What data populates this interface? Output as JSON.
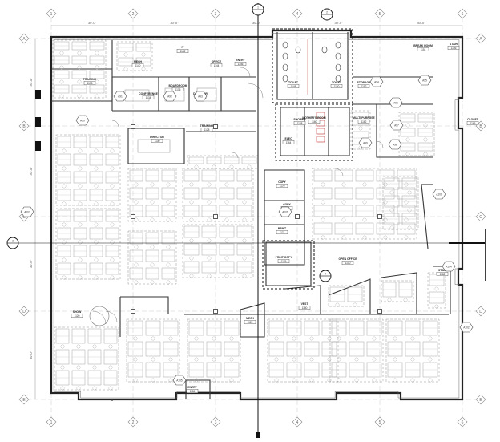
{
  "plan": {
    "grid_columns": [
      "1",
      "2",
      "3",
      "4",
      "5",
      "6"
    ],
    "grid_rows": [
      "A",
      "B",
      "C",
      "D",
      "E"
    ],
    "dimensions_top": [
      "30'-0\"",
      "30'-0\"",
      "30'-0\"",
      "30'-0\"",
      "30'-0\""
    ],
    "dimensions_left": [
      "30'-0\"",
      "30'-0\"",
      "30'-0\"",
      "30'-0\""
    ],
    "rooms": [
      {
        "key": "mech",
        "name": "MECH",
        "number": "1140"
      },
      {
        "key": "it",
        "name": "IT",
        "number": "1142"
      },
      {
        "key": "office_top",
        "name": "OFFICE",
        "number": "1144"
      },
      {
        "key": "entry",
        "name": "ENTRY",
        "number": "1146"
      },
      {
        "key": "training_top",
        "name": "TRAINING",
        "number": "1138"
      },
      {
        "key": "conference",
        "name": "CONFERENCE",
        "number": "1134"
      },
      {
        "key": "boardroom",
        "name": "BOARDROOM",
        "number": "1136"
      },
      {
        "key": "director_top",
        "name": "DIRECTOR",
        "number": "1132"
      },
      {
        "key": "toilet_1",
        "name": "TOILET",
        "number": "1148"
      },
      {
        "key": "toilet_2",
        "name": "TOILET",
        "number": "1150"
      },
      {
        "key": "storage",
        "name": "STORAGE",
        "number": "1152"
      },
      {
        "key": "break_room",
        "name": "BREAK ROOM",
        "number": "1154"
      },
      {
        "key": "stair",
        "name": "STAIR",
        "number": "1156"
      },
      {
        "key": "shower",
        "name": "SHOWER",
        "number": "1158"
      },
      {
        "key": "mothers_room",
        "name": "MOTHER'S ROOM",
        "number": "1160"
      },
      {
        "key": "multi_purpose",
        "name": "MULTI PURPOSE",
        "number": "1162"
      },
      {
        "key": "elec",
        "name": "ELEC",
        "number": "1164"
      },
      {
        "key": "closet",
        "name": "CLOSET",
        "number": "1166"
      },
      {
        "key": "director_mid",
        "name": "DIRECTOR",
        "number": "1130"
      },
      {
        "key": "training_mid",
        "name": "TRAINING",
        "number": "1128"
      },
      {
        "key": "copy_1",
        "name": "COPY",
        "number": "1170"
      },
      {
        "key": "copy_2",
        "name": "COPY",
        "number": "1172"
      },
      {
        "key": "print",
        "name": "PRINT",
        "number": "1174"
      },
      {
        "key": "print_copy",
        "name": "PRINT COPY",
        "number": "1176"
      },
      {
        "key": "open_office",
        "name": "OPEN OFFICE",
        "number": "1100"
      },
      {
        "key": "show",
        "name": "SHOW",
        "number": "1120"
      },
      {
        "key": "mech_low",
        "name": "MECH",
        "number": "1122"
      },
      {
        "key": "vest",
        "name": "VEST",
        "number": "1180"
      },
      {
        "key": "stair_low",
        "name": "STAIR",
        "number": "1182"
      },
      {
        "key": "entry_low",
        "name": "ENTRY",
        "number": "1184"
      }
    ],
    "tags": [
      "A90",
      "A91",
      "A92",
      "A93",
      "A94",
      "A95",
      "A96",
      "A97",
      "A98",
      "A99",
      "A100",
      "A101",
      "A102",
      "A103",
      "A104",
      "A105"
    ],
    "marks": [
      "1",
      "2",
      "3",
      "4"
    ]
  }
}
